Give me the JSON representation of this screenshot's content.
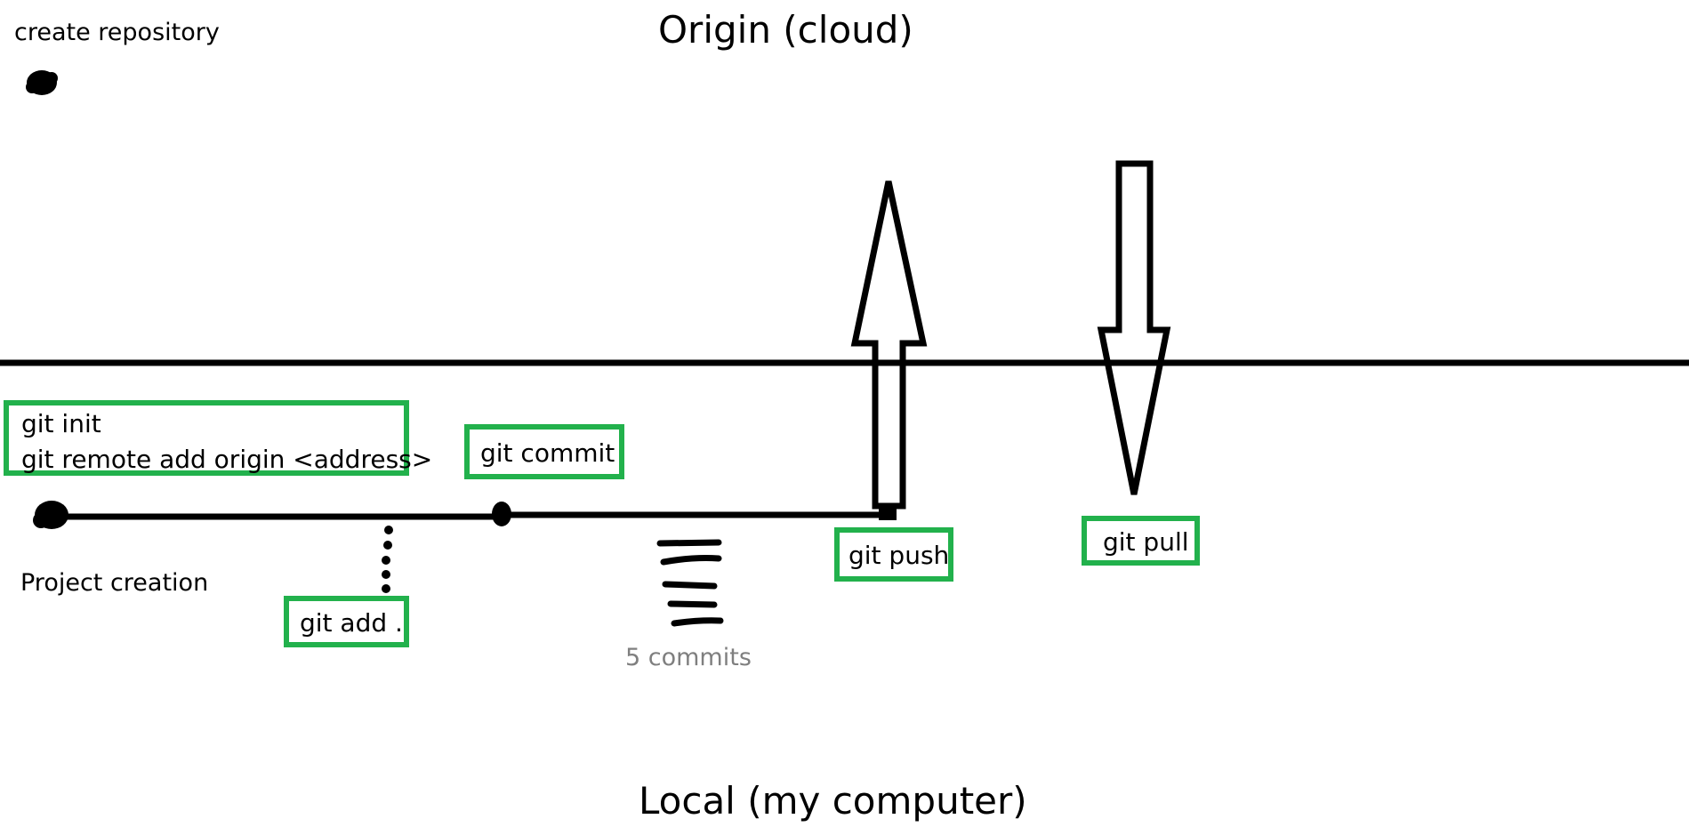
{
  "titles": {
    "origin": "Origin (cloud)",
    "local": "Local (my computer)"
  },
  "labels": {
    "create_repository": "create repository",
    "project_creation": "Project creation",
    "commits_count": "5 commits"
  },
  "commands": {
    "git_init": "git init",
    "git_remote_add": "git remote add origin <address>",
    "git_commit": "git commit",
    "git_add": "git add .",
    "git_push": "git push",
    "git_pull": "git pull"
  },
  "colors": {
    "command_border": "#22b14c",
    "ink": "#000000",
    "muted_text": "#7f7f7f",
    "background": "#ffffff"
  }
}
